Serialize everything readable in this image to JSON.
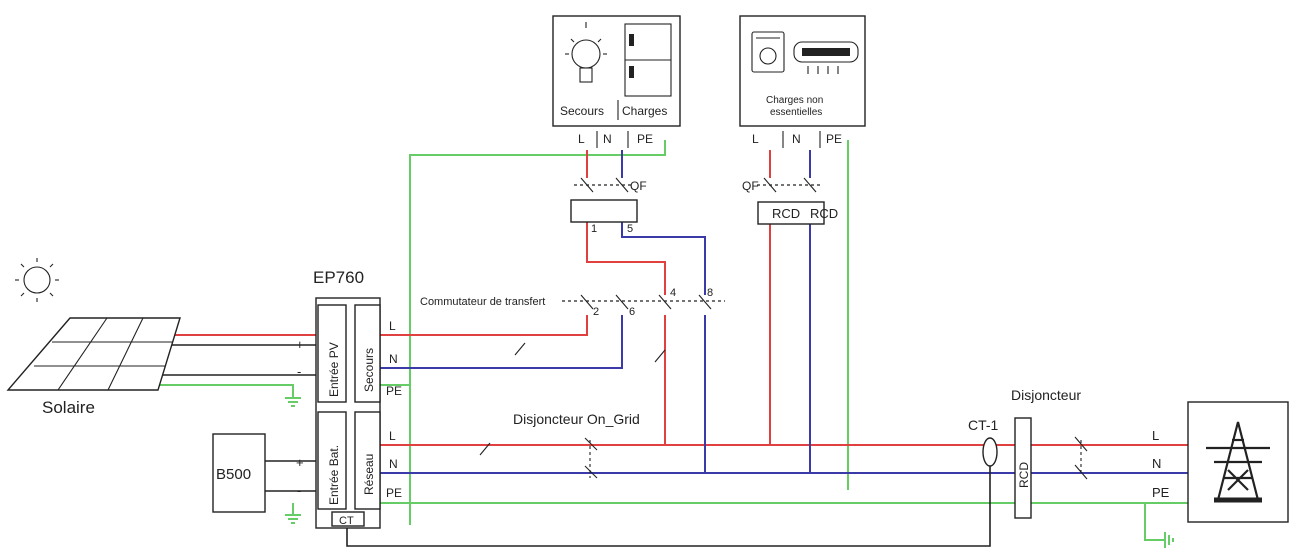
{
  "labels": {
    "ep760": "EP760",
    "solaire": "Solaire",
    "b500": "B500",
    "entree_pv": "Entrée PV",
    "entree_bat": "Entrée Bat.",
    "secours": "Secours",
    "reseau": "Réseau",
    "ct": "CT",
    "secours_charges_1": "Secours",
    "secours_charges_2": "Charges",
    "non_essential_1": "Charges non",
    "non_essential_2": "essentielles",
    "qf_1": "QF",
    "qf_2": "QF",
    "rcd_1": "RCD",
    "rcd_2": "RCD",
    "rcd_main": "RCD",
    "commutateur": "Commutateur de transfert",
    "disjoncteur_on_grid": "Disjoncteur On_Grid",
    "disjoncteur": "Disjoncteur",
    "ct1": "CT-1",
    "term_l": "L",
    "term_n": "N",
    "term_pe": "PE",
    "plus": "+",
    "minus": "-",
    "sw_1": "1",
    "sw_2": "2",
    "sw_4": "4",
    "sw_5": "5",
    "sw_6": "6",
    "sw_8": "8"
  },
  "icons": [
    "sun-icon",
    "solar-panel-icon",
    "light-bulb-icon",
    "fridge-icon",
    "washing-machine-icon",
    "air-conditioner-icon",
    "pylon-icon",
    "ground-icon"
  ],
  "colors": {
    "live": "#e04040",
    "neutral": "#3a3aa8",
    "earth": "#66cc66",
    "line": "#222222"
  }
}
